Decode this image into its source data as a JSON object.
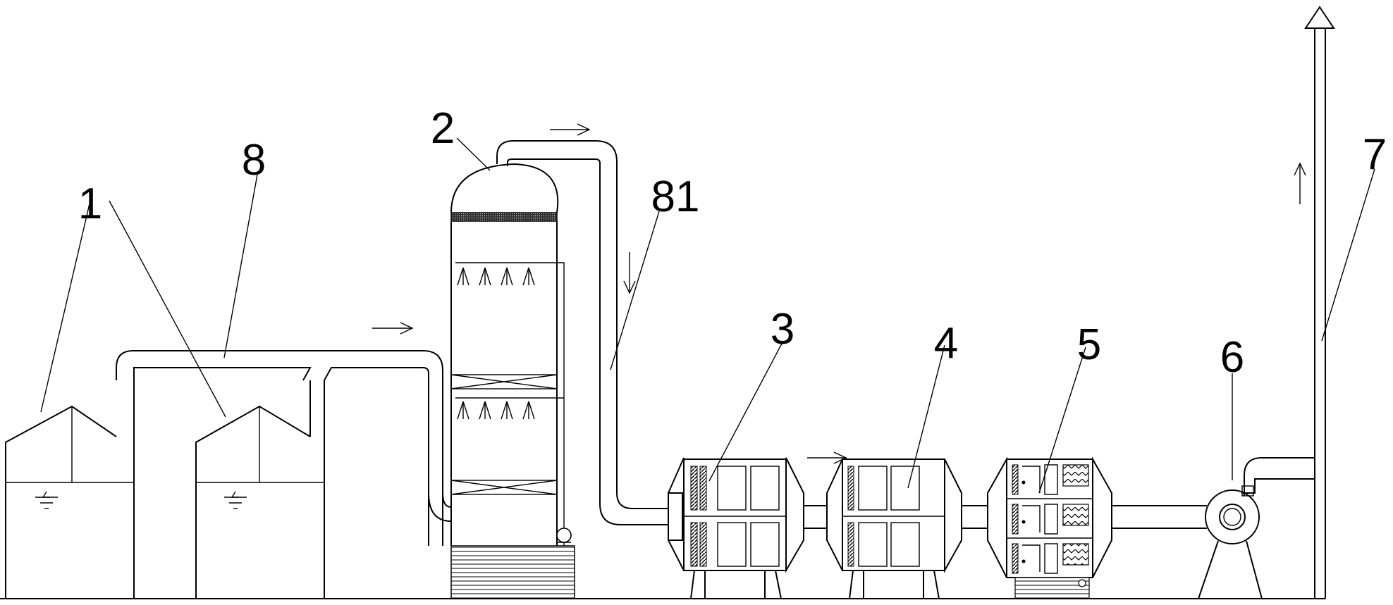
{
  "labels": {
    "tanks": "1",
    "tower": "2",
    "unit3": "3",
    "unit4": "4",
    "unit5": "5",
    "fan": "6",
    "stack": "7",
    "duct8": "8",
    "duct81": "81"
  },
  "colors": {
    "stroke": "#000000",
    "background": "#ffffff"
  }
}
